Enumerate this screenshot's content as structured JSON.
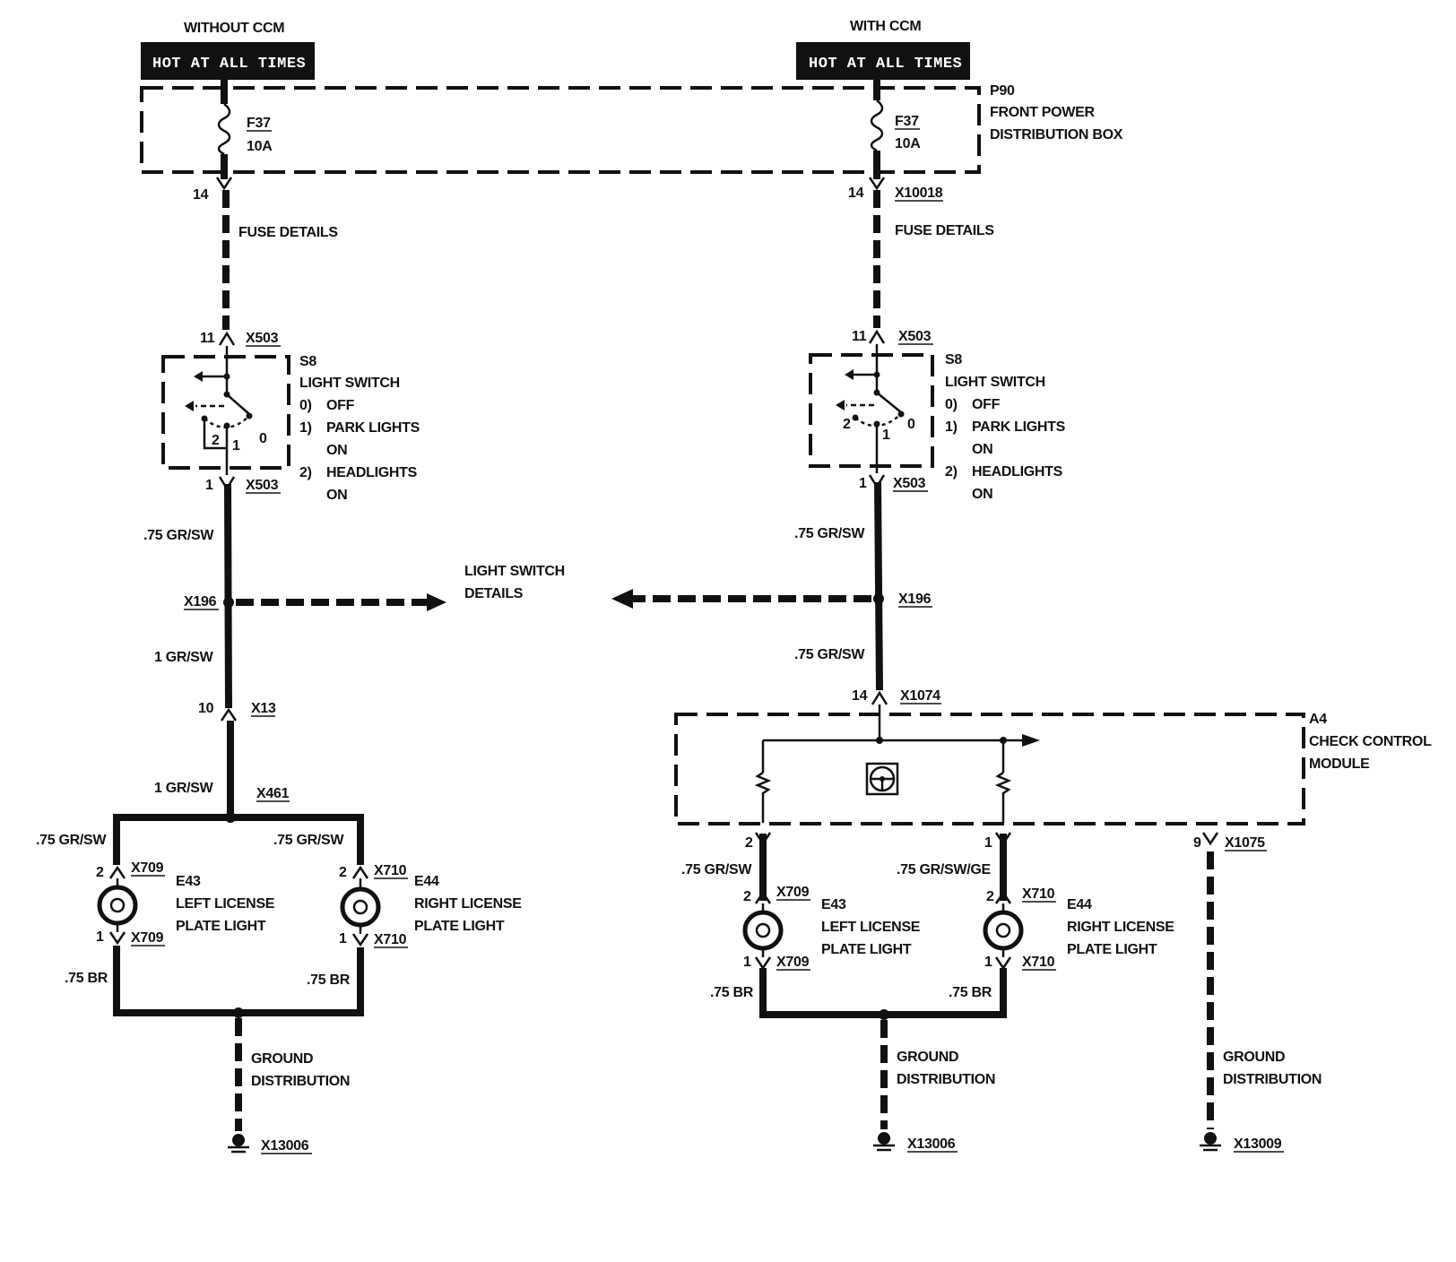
{
  "left": {
    "title": "WITHOUT CCM",
    "hot": "HOT AT ALL TIMES",
    "fuse_name": "F37",
    "fuse_rating": "10A",
    "pin_14": "14",
    "fuse_details": "FUSE DETAILS",
    "pin_11": "11",
    "x503_top": "X503",
    "s8": "S8",
    "switch_name": "LIGHT SWITCH",
    "opt0_num": "0)",
    "opt0": "OFF",
    "opt1_num": "1)",
    "opt1a": "PARK LIGHTS",
    "opt1b": "ON",
    "opt2_num": "2)",
    "opt2a": "HEADLIGHTS",
    "opt2b": "ON",
    "sw_pos2": "2",
    "sw_pos1": "1",
    "sw_pos0": "0",
    "pin_1": "1",
    "x503_bot": "X503",
    "wire_1": ".75 GR/SW",
    "x196": "X196",
    "wire_2": "1 GR/SW",
    "pin_10": "10",
    "x13": "X13",
    "wire_3": "1 GR/SW",
    "x461": "X461",
    "wire_left": ".75 GR/SW",
    "wire_right": ".75 GR/SW",
    "e43_pin2": "2",
    "e43_x709_top": "X709",
    "e43": "E43",
    "e43_name1": "LEFT LICENSE",
    "e43_name2": "PLATE LIGHT",
    "e43_pin1": "1",
    "e43_x709_bot": "X709",
    "e44_pin2": "2",
    "e44_x710_top": "X710",
    "e44": "E44",
    "e44_name1": "RIGHT LICENSE",
    "e44_name2": "PLATE LIGHT",
    "e44_pin1": "1",
    "e44_x710_bot": "X710",
    "br_left": ".75 BR",
    "br_right": ".75 BR",
    "ground1": "GROUND",
    "ground2": "DISTRIBUTION",
    "ground_id": "X13006"
  },
  "center": {
    "label1": "LIGHT SWITCH",
    "label2": "DETAILS"
  },
  "p90": {
    "id": "P90",
    "name1": "FRONT POWER",
    "name2": "DISTRIBUTION BOX"
  },
  "right": {
    "title": "WITH CCM",
    "hot": "HOT AT ALL TIMES",
    "fuse_name": "F37",
    "fuse_rating": "10A",
    "pin_14": "14",
    "x10018": "X10018",
    "fuse_details": "FUSE DETAILS",
    "pin_11": "11",
    "x503_top": "X503",
    "s8": "S8",
    "switch_name": "LIGHT SWITCH",
    "opt0_num": "0)",
    "opt0": "OFF",
    "opt1_num": "1)",
    "opt1a": "PARK LIGHTS",
    "opt1b": "ON",
    "opt2_num": "2)",
    "opt2a": "HEADLIGHTS",
    "opt2b": "ON",
    "sw_pos2": "2",
    "sw_pos1": "1",
    "sw_pos0": "0",
    "pin_1": "1",
    "x503_bot": "X503",
    "wire_1": ".75 GR/SW",
    "x196": "X196",
    "wire_2": ".75 GR/SW",
    "pin_14b": "14",
    "x1074": "X1074",
    "a4": "A4",
    "a4_name1": "CHECK CONTROL",
    "a4_name2": "MODULE",
    "out_pin2": "2",
    "out_pin1": "1",
    "out_pin9": "9",
    "x1075": "X1075",
    "wire_left": ".75 GR/SW",
    "wire_right": ".75 GR/SW/GE",
    "e43_pin2": "2",
    "e43_x709_top": "X709",
    "e43": "E43",
    "e43_name1": "LEFT LICENSE",
    "e43_name2": "PLATE LIGHT",
    "e43_pin1": "1",
    "e43_x709_bot": "X709",
    "e44_pin2": "2",
    "e44_x710_top": "X710",
    "e44": "E44",
    "e44_name1": "RIGHT LICENSE",
    "e44_name2": "PLATE LIGHT",
    "e44_pin1": "1",
    "e44_x710_bot": "X710",
    "br_left": ".75 BR",
    "br_right": ".75 BR",
    "ground1": "GROUND",
    "ground2": "DISTRIBUTION",
    "ground_id": "X13006",
    "ground1b": "GROUND",
    "ground2b": "DISTRIBUTION",
    "ground_id_b": "X13009"
  }
}
